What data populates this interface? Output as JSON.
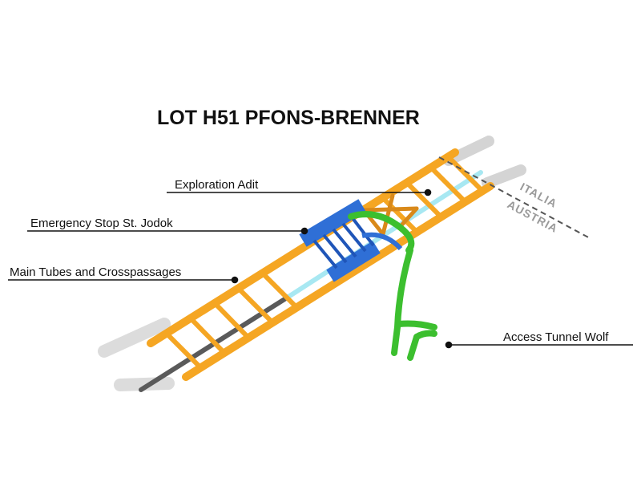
{
  "title": "LOT H51  PFONS-BRENNER",
  "labels": {
    "exploration_adit": "Exploration Adit",
    "emergency_stop": "Emergency Stop St. Jodok",
    "main_tubes": "Main Tubes and Crosspassages",
    "access_tunnel": "Access Tunnel Wolf"
  },
  "border": {
    "north": "ITALIA",
    "south": "AUSTRIA"
  },
  "colors": {
    "main_tube": "#f5a623",
    "main_tube_edge": "#d9891a",
    "exploration_tunnel": "#a8e8f2",
    "emergency_stop": "#2f6fd6",
    "access_tunnel": "#3cbf2f",
    "existing_tube": "#5a5a5a",
    "ghost_tube": "#d8d8d8",
    "border_line": "#555555"
  }
}
